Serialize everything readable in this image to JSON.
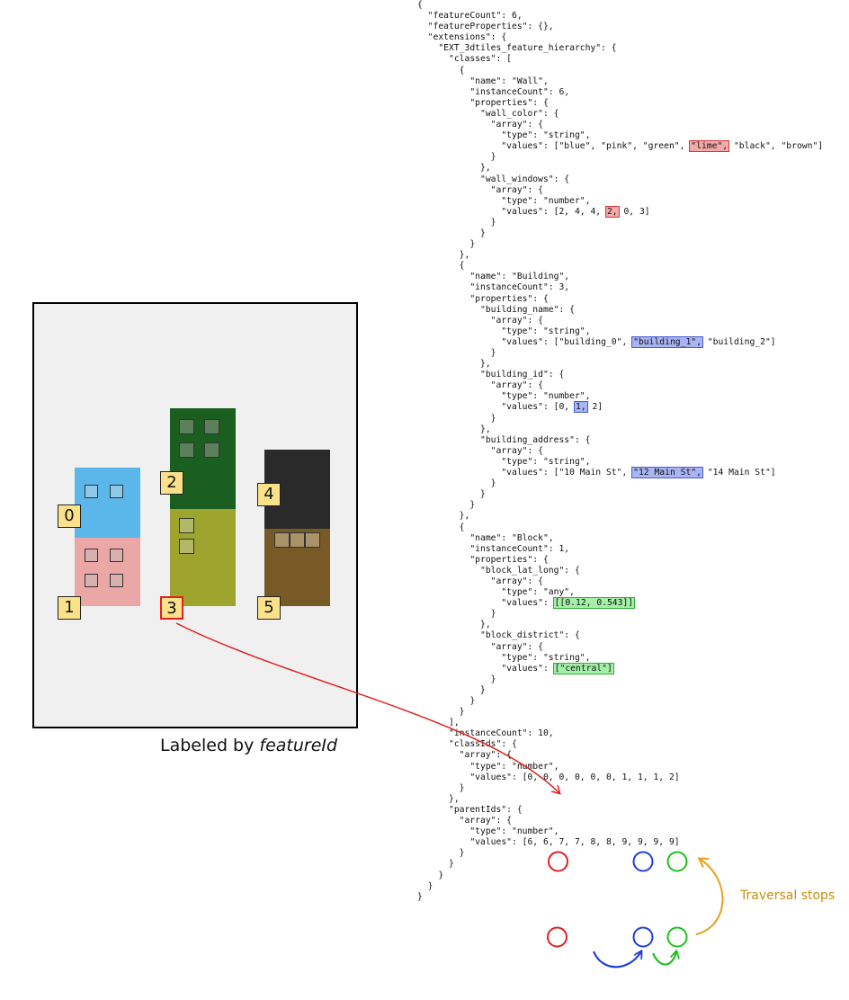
{
  "code_lines": [
    {
      "text": "{"
    },
    {
      "text": "  \"featureCount\": 6,"
    },
    {
      "text": "  \"featureProperties\": {},"
    },
    {
      "text": "  \"extensions\": {"
    },
    {
      "text": "    \"EXT_3dtiles_feature_hierarchy\": {"
    },
    {
      "text": "      \"classes\": ["
    },
    {
      "text": "        {"
    },
    {
      "text": "          \"name\": \"Wall\","
    },
    {
      "text": "          \"instanceCount\": 6,"
    },
    {
      "text": "          \"properties\": {"
    },
    {
      "text": "            \"wall_color\": {"
    },
    {
      "text": "              \"array\": {"
    },
    {
      "text": "                \"type\": \"string\","
    },
    {
      "pre": "                \"values\": [\"blue\", \"pink\", \"green\", ",
      "hl": "\"lime\",",
      "hl_color": "red",
      "post": " \"black\", \"brown\"]"
    },
    {
      "text": "              }"
    },
    {
      "text": "            },"
    },
    {
      "text": "            \"wall_windows\": {"
    },
    {
      "text": "              \"array\": {"
    },
    {
      "text": "                \"type\": \"number\","
    },
    {
      "pre": "                \"values\": [2, 4, 4, ",
      "hl": "2,",
      "hl_color": "red",
      "post": " 0, 3]"
    },
    {
      "text": "              }"
    },
    {
      "text": "            }"
    },
    {
      "text": "          }"
    },
    {
      "text": "        },"
    },
    {
      "text": "        {"
    },
    {
      "text": "          \"name\": \"Building\","
    },
    {
      "text": "          \"instanceCount\": 3,"
    },
    {
      "text": "          \"properties\": {"
    },
    {
      "text": "            \"building_name\": {"
    },
    {
      "text": "              \"array\": {"
    },
    {
      "text": "                \"type\": \"string\","
    },
    {
      "pre": "                \"values\": [\"building_0\", ",
      "hl": "\"building_1\",",
      "hl_color": "blue",
      "post": " \"building_2\"]"
    },
    {
      "text": "              }"
    },
    {
      "text": "            },"
    },
    {
      "text": "            \"building_id\": {"
    },
    {
      "text": "              \"array\": {"
    },
    {
      "text": "                \"type\": \"number\","
    },
    {
      "pre": "                \"values\": [0, ",
      "hl": "1,",
      "hl_color": "blue",
      "post": " 2]"
    },
    {
      "text": "              }"
    },
    {
      "text": "            },"
    },
    {
      "text": "            \"building_address\": {"
    },
    {
      "text": "              \"array\": {"
    },
    {
      "text": "                \"type\": \"string\","
    },
    {
      "pre": "                \"values\": [\"10 Main St\", ",
      "hl": "\"12 Main St\",",
      "hl_color": "blue",
      "post": " \"14 Main St\"]"
    },
    {
      "text": "              }"
    },
    {
      "text": "            }"
    },
    {
      "text": "          }"
    },
    {
      "text": "        },"
    },
    {
      "text": "        {"
    },
    {
      "text": "          \"name\": \"Block\","
    },
    {
      "text": "          \"instanceCount\": 1,"
    },
    {
      "text": "          \"properties\": {"
    },
    {
      "text": "            \"block_lat_long\": {"
    },
    {
      "text": "              \"array\": {"
    },
    {
      "text": "                \"type\": \"any\","
    },
    {
      "pre": "                \"values\": ",
      "hl": "[[0.12, 0.543]]",
      "hl_color": "green",
      "post": ""
    },
    {
      "text": "              }"
    },
    {
      "text": "            },"
    },
    {
      "text": "            \"block_district\": {"
    },
    {
      "text": "              \"array\": {"
    },
    {
      "text": "                \"type\": \"string\","
    },
    {
      "pre": "                \"values\": ",
      "hl": "[\"central\"]",
      "hl_color": "green",
      "post": ""
    },
    {
      "text": "              }"
    },
    {
      "text": "            }"
    },
    {
      "text": "          }"
    },
    {
      "text": "        }"
    },
    {
      "text": "      ],"
    },
    {
      "text": "      \"instanceCount\": 10,"
    },
    {
      "text": "      \"classIds\": {"
    },
    {
      "text": "        \"array\": {"
    },
    {
      "text": "          \"type\": \"number\","
    },
    {
      "text": "          \"values\": [0, 0, 0, 0, 0, 0, 1, 1, 1, 2]"
    },
    {
      "text": "        }"
    },
    {
      "text": "      },"
    },
    {
      "text": "      \"parentIds\": {"
    },
    {
      "text": "        \"array\": {"
    },
    {
      "text": "          \"type\": \"number\","
    },
    {
      "text": "          \"values\": [6, 6, 7, 7, 8, 8, 9, 9, 9, 9]"
    },
    {
      "text": "        }"
    },
    {
      "text": "      }"
    },
    {
      "text": "    }"
    },
    {
      "text": "  }"
    },
    {
      "text": "}"
    }
  ],
  "feature_labels": [
    "0",
    "1",
    "2",
    "3",
    "4",
    "5"
  ],
  "caption_prefix": "Labeled by ",
  "caption_emphasis": "featureId",
  "traversal_label": "Traversal stops",
  "colors": {
    "wall_blue": "#5bb7ea",
    "wall_pink": "#eba6a6",
    "wall_green": "#1a5e20",
    "wall_lime": "#9da52f",
    "wall_black": "#2a2a2a",
    "wall_brown": "#775a25",
    "label_fill": "#fbe28a",
    "highlight_red": "#e02020",
    "circle_blue": "#1f3fd8",
    "circle_green": "#20c020",
    "traversal_orange": "#e8a21c"
  }
}
